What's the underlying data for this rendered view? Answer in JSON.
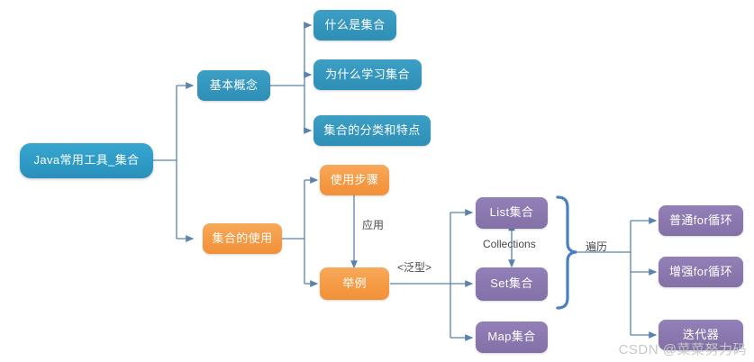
{
  "diagram": {
    "title_node": "Java常用工具_集合",
    "colors": {
      "blue": "#3597bd",
      "root_blue": "#2e9bc6",
      "orange": "#f59a43",
      "purple": "#8a77ae",
      "connector": "#5b83ad",
      "brace": "#4a7fc1",
      "label_text": "#4a4a4a",
      "watermark": "#c8c8c8"
    },
    "nodes": {
      "root": "Java常用工具_集合",
      "basic_concept": "基本概念",
      "what_is_collection": "什么是集合",
      "why_learn_collection": "为什么学习集合",
      "classification_features": "集合的分类和特点",
      "collection_usage": "集合的使用",
      "usage_steps": "使用步骤",
      "example": "举例",
      "list_collection": "List集合",
      "set_collection": "Set集合",
      "map_collection": "Map集合",
      "normal_for_loop": "普通for循环",
      "enhanced_for_loop": "增强for循环",
      "iterator": "迭代器"
    },
    "edge_labels": {
      "apply": "应用",
      "generic": "<泛型>",
      "collections": "Collections",
      "traverse": "遍历"
    },
    "watermark": "CSDN @菜菜努力码"
  }
}
